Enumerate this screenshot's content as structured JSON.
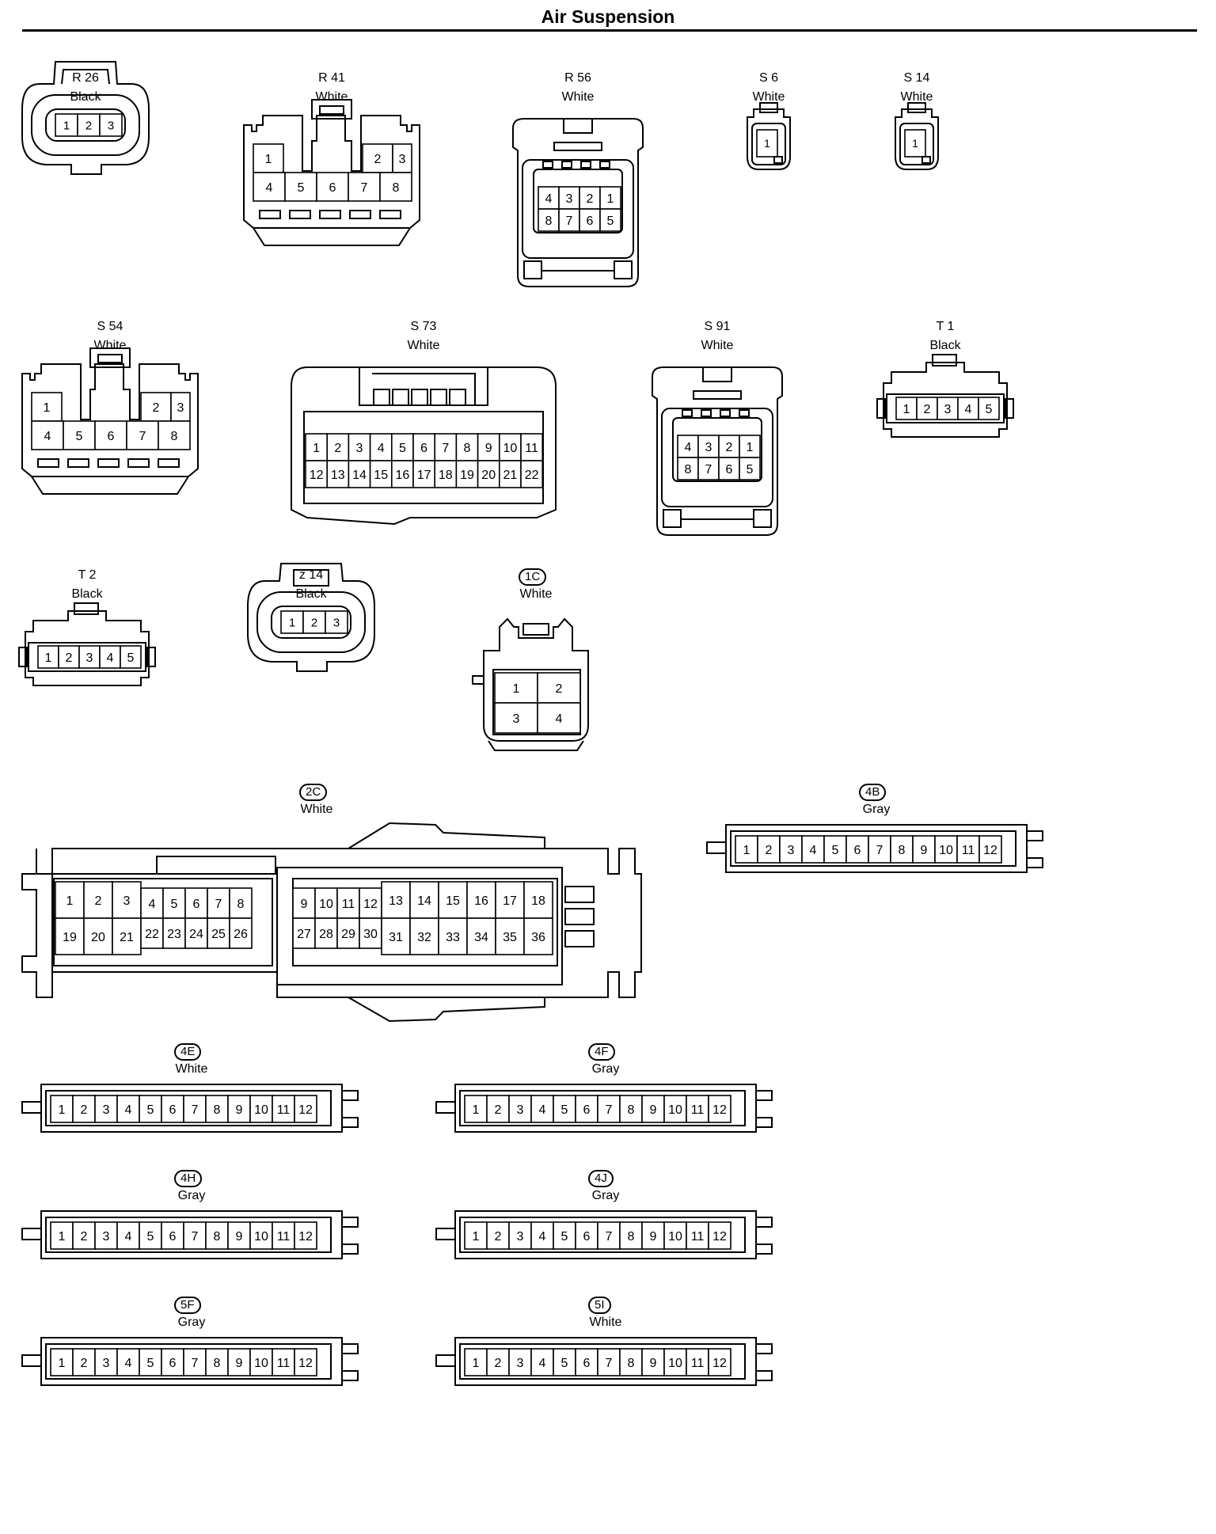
{
  "title": "Air Suspension",
  "connectors": [
    {
      "id": "R 26",
      "color": "Black",
      "pins": [
        1,
        2,
        3
      ]
    },
    {
      "id": "R 41",
      "color": "White",
      "pins": [
        1,
        2,
        3,
        4,
        5,
        6,
        7,
        8
      ]
    },
    {
      "id": "R 56",
      "color": "White",
      "pins": [
        4,
        3,
        2,
        1,
        8,
        7,
        6,
        5
      ]
    },
    {
      "id": "S 6",
      "color": "White",
      "pins": [
        1
      ]
    },
    {
      "id": "S 14",
      "color": "White",
      "pins": [
        1
      ]
    },
    {
      "id": "S 54",
      "color": "White",
      "pins": [
        1,
        2,
        3,
        4,
        5,
        6,
        7,
        8
      ]
    },
    {
      "id": "S 73",
      "color": "White",
      "pins": [
        1,
        2,
        3,
        4,
        5,
        6,
        7,
        8,
        9,
        10,
        11,
        12,
        13,
        14,
        15,
        16,
        17,
        18,
        19,
        20,
        21,
        22
      ]
    },
    {
      "id": "S 91",
      "color": "White",
      "pins": [
        4,
        3,
        2,
        1,
        8,
        7,
        6,
        5
      ]
    },
    {
      "id": "T 1",
      "color": "Black",
      "pins": [
        1,
        2,
        3,
        4,
        5
      ]
    },
    {
      "id": "T 2",
      "color": "Black",
      "pins": [
        1,
        2,
        3,
        4,
        5
      ]
    },
    {
      "id": "z 14",
      "color": "Black",
      "pins": [
        1,
        2,
        3
      ]
    },
    {
      "id": "1C",
      "color": "White",
      "pins": [
        1,
        2,
        3,
        4
      ]
    },
    {
      "id": "2C",
      "color": "White",
      "pins": [
        1,
        2,
        3,
        4,
        5,
        6,
        7,
        8,
        9,
        10,
        11,
        12,
        13,
        14,
        15,
        16,
        17,
        18,
        19,
        20,
        21,
        22,
        23,
        24,
        25,
        26,
        27,
        28,
        29,
        30,
        31,
        32,
        33,
        34,
        35,
        36
      ]
    },
    {
      "id": "4B",
      "color": "Gray",
      "pins": [
        1,
        2,
        3,
        4,
        5,
        6,
        7,
        8,
        9,
        10,
        11,
        12
      ]
    },
    {
      "id": "4E",
      "color": "White",
      "pins": [
        1,
        2,
        3,
        4,
        5,
        6,
        7,
        8,
        9,
        10,
        11,
        12
      ]
    },
    {
      "id": "4F",
      "color": "Gray",
      "pins": [
        1,
        2,
        3,
        4,
        5,
        6,
        7,
        8,
        9,
        10,
        11,
        12
      ]
    },
    {
      "id": "4H",
      "color": "Gray",
      "pins": [
        1,
        2,
        3,
        4,
        5,
        6,
        7,
        8,
        9,
        10,
        11,
        12
      ]
    },
    {
      "id": "4J",
      "color": "Gray",
      "pins": [
        1,
        2,
        3,
        4,
        5,
        6,
        7,
        8,
        9,
        10,
        11,
        12
      ]
    },
    {
      "id": "5F",
      "color": "Gray",
      "pins": [
        1,
        2,
        3,
        4,
        5,
        6,
        7,
        8,
        9,
        10,
        11,
        12
      ]
    },
    {
      "id": "5I",
      "color": "White",
      "pins": [
        1,
        2,
        3,
        4,
        5,
        6,
        7,
        8,
        9,
        10,
        11,
        12
      ]
    }
  ]
}
